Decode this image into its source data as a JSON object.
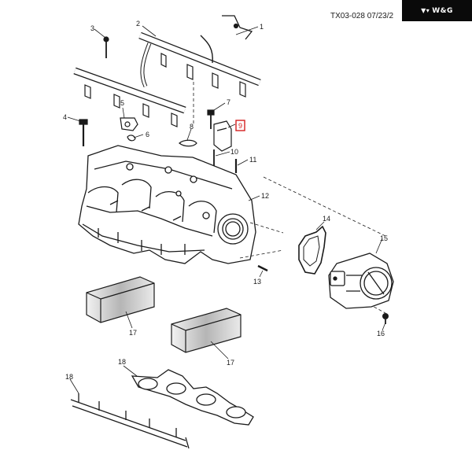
{
  "watermark": {
    "text": "W&G",
    "icon": "brand-logo-icon"
  },
  "diagram_code": "TX03-028  07/23/2",
  "callouts": [
    {
      "id": "1",
      "label": "1"
    },
    {
      "id": "2",
      "label": "2"
    },
    {
      "id": "3",
      "label": "3"
    },
    {
      "id": "4",
      "label": "4"
    },
    {
      "id": "5",
      "label": "5"
    },
    {
      "id": "6",
      "label": "6"
    },
    {
      "id": "7",
      "label": "7"
    },
    {
      "id": "8",
      "label": "8"
    },
    {
      "id": "9",
      "label": "9",
      "highlighted": true
    },
    {
      "id": "10",
      "label": "10"
    },
    {
      "id": "11",
      "label": "11"
    },
    {
      "id": "12",
      "label": "12"
    },
    {
      "id": "13",
      "label": "13"
    },
    {
      "id": "14",
      "label": "14"
    },
    {
      "id": "15",
      "label": "15"
    },
    {
      "id": "16",
      "label": "16"
    },
    {
      "id": "17a",
      "label": "17"
    },
    {
      "id": "17b",
      "label": "17"
    },
    {
      "id": "18a",
      "label": "18"
    },
    {
      "id": "18b",
      "label": "18"
    }
  ],
  "colors": {
    "line": "#1a1a1a",
    "highlight": "#d42020",
    "shade": "#9a9a9a",
    "background": "#ffffff"
  }
}
